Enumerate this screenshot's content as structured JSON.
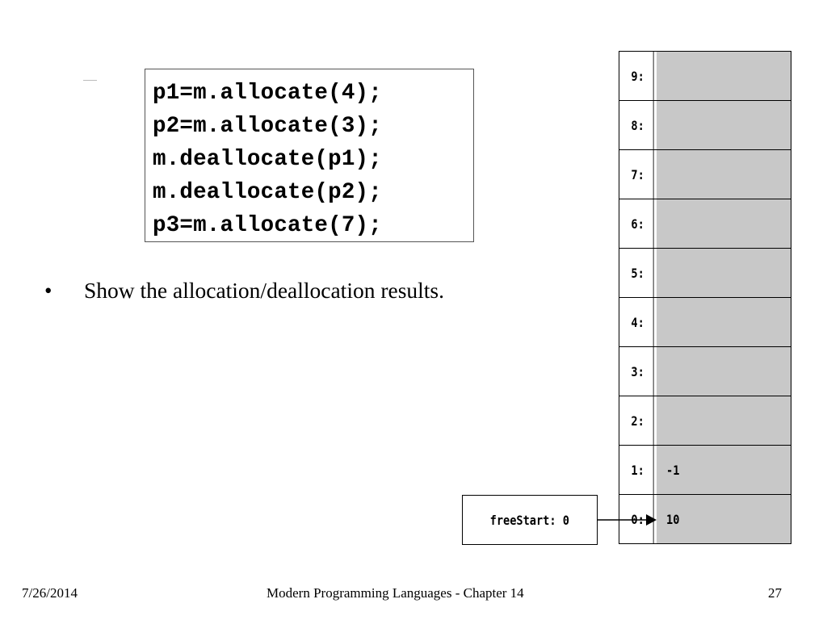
{
  "code": {
    "lines": [
      "p1=m.allocate(4);",
      "p2=m.allocate(3);",
      "m.deallocate(p1);",
      "m.deallocate(p2);",
      "p3=m.allocate(7);"
    ]
  },
  "bullet": {
    "symbol": "•",
    "text": "Show the allocation/deallocation results."
  },
  "memory": {
    "cells": [
      {
        "address": "9:",
        "value": ""
      },
      {
        "address": "8:",
        "value": ""
      },
      {
        "address": "7:",
        "value": ""
      },
      {
        "address": "6:",
        "value": ""
      },
      {
        "address": "5:",
        "value": ""
      },
      {
        "address": "4:",
        "value": ""
      },
      {
        "address": "3:",
        "value": ""
      },
      {
        "address": "2:",
        "value": ""
      },
      {
        "address": "1:",
        "value": "-1"
      },
      {
        "address": "0:",
        "value": "10"
      }
    ],
    "cell_color": "#c8c8c8"
  },
  "free_start": {
    "label": "freeStart:",
    "value": "0"
  },
  "footer": {
    "date": "7/26/2014",
    "title": "Modern Programming Languages - Chapter 14",
    "page": "27"
  }
}
